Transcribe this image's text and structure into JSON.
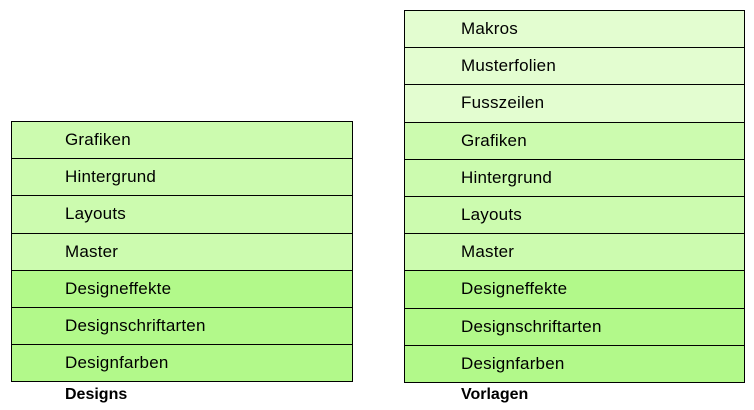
{
  "colors": {
    "light": "#e3fdd0",
    "medium": "#ccfbaf",
    "dark": "#b2f98a",
    "border": "#000000"
  },
  "designs": {
    "caption": "Designs",
    "layers": [
      {
        "label": "Grafiken",
        "shade": "medium"
      },
      {
        "label": "Hintergrund",
        "shade": "medium"
      },
      {
        "label": "Layouts",
        "shade": "medium"
      },
      {
        "label": "Master",
        "shade": "medium"
      },
      {
        "label": "Designeffekte",
        "shade": "dark"
      },
      {
        "label": "Designschriftarten",
        "shade": "dark"
      },
      {
        "label": "Designfarben",
        "shade": "dark"
      }
    ]
  },
  "vorlagen": {
    "caption": "Vorlagen",
    "layers": [
      {
        "label": "Makros",
        "shade": "light"
      },
      {
        "label": "Musterfolien",
        "shade": "light"
      },
      {
        "label": "Fusszeilen",
        "shade": "light"
      },
      {
        "label": "Grafiken",
        "shade": "medium"
      },
      {
        "label": "Hintergrund",
        "shade": "medium"
      },
      {
        "label": "Layouts",
        "shade": "medium"
      },
      {
        "label": "Master",
        "shade": "medium"
      },
      {
        "label": "Designeffekte",
        "shade": "dark"
      },
      {
        "label": "Designschriftarten",
        "shade": "dark"
      },
      {
        "label": "Designfarben",
        "shade": "dark"
      }
    ]
  }
}
